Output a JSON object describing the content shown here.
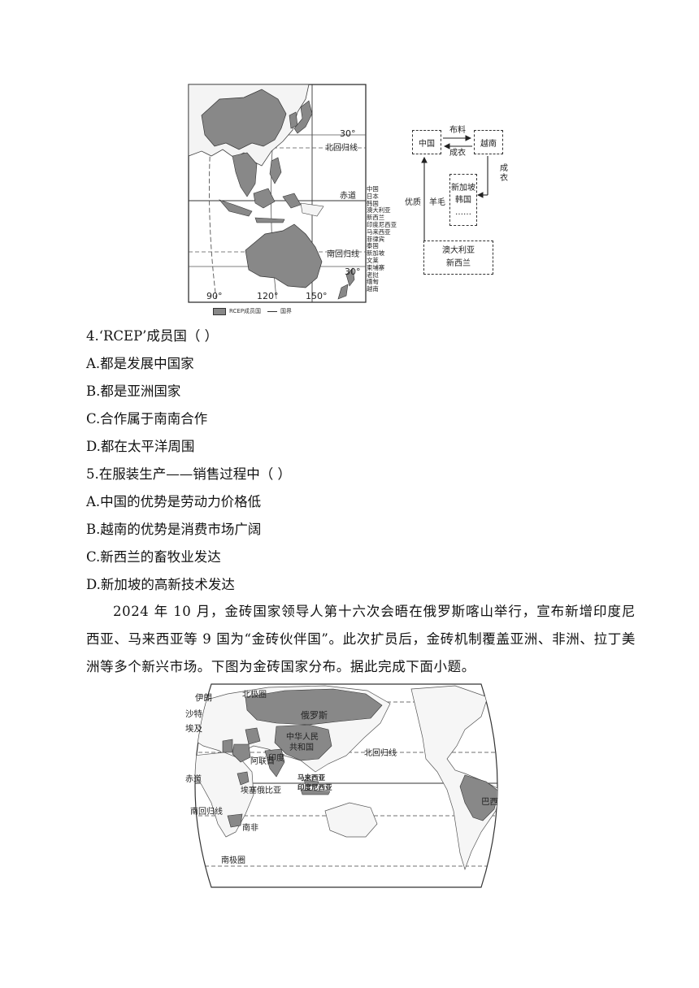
{
  "rcep_map": {
    "lat_30_top": "30°",
    "tropic_cancer": "北回归线",
    "equator": "赤道",
    "tropic_capricorn": "南回归线",
    "lat_30_bottom": "30°",
    "lon_90": "90°",
    "lon_120": "120°",
    "lon_150": "150°",
    "members": [
      "中国",
      "日本",
      "韩国",
      "澳大利亚",
      "新西兰",
      "印度尼西亚",
      "马来西亚",
      "菲律宾",
      "泰国",
      "新加坡",
      "文莱",
      "柬埔寨",
      "老挝",
      "缅甸",
      "越南"
    ],
    "legend_member": "RCEP成员国",
    "legend_border": "国界"
  },
  "flow": {
    "china": "中国",
    "vietnam": "越南",
    "fabric": "布料",
    "garment_back": "成衣",
    "garment_down": "成衣",
    "asia_box_lines": [
      "新加坡",
      "韩国",
      "……"
    ],
    "oceania_lines": [
      "澳大利亚",
      "新西兰"
    ],
    "quality": "优质",
    "wool": "羊毛"
  },
  "q4": {
    "stem": "4.‘RCEP’成员国（    ）",
    "options": [
      "A.都是发展中国家",
      "B.都是亚洲国家",
      "C.合作属于南南合作",
      "D.都在太平洋周围"
    ]
  },
  "q5": {
    "stem": "5.在服装生产——销售过程中（    ）",
    "options": [
      "A.中国的优势是劳动力价格低",
      "B.越南的优势是消费市场广阔",
      "C.新西兰的畜牧业发达",
      "D.新加坡的高新技术发达"
    ]
  },
  "passage": "2024 年 10 月，金砖国家领导人第十六次会晤在俄罗斯喀山举行，宣布新增印度尼西亚、马来西亚等 9 国为“金砖伙伴国”。此次扩员后，金砖机制覆盖亚洲、非洲、拉丁美洲等多个新兴市场。下图为金砖国家分布。据此完成下面小题。",
  "brics_map": {
    "iran": "伊朗",
    "saudi": "沙特",
    "egypt": "埃及",
    "arctic": "北极圈",
    "russia": "俄罗斯",
    "china_line1": "中华人民",
    "china_line2": "共和国",
    "india": "印度",
    "uae": "阿联酋",
    "tropic_cancer": "北回归线",
    "equator": "赤道",
    "malaysia": "马来西亚",
    "indonesia": "印度尼西亚",
    "ethiopia": "埃塞俄比亚",
    "tropic_capricorn": "南回归线",
    "south_africa": "南非",
    "brazil": "巴西",
    "antarctic": "南极圈"
  }
}
